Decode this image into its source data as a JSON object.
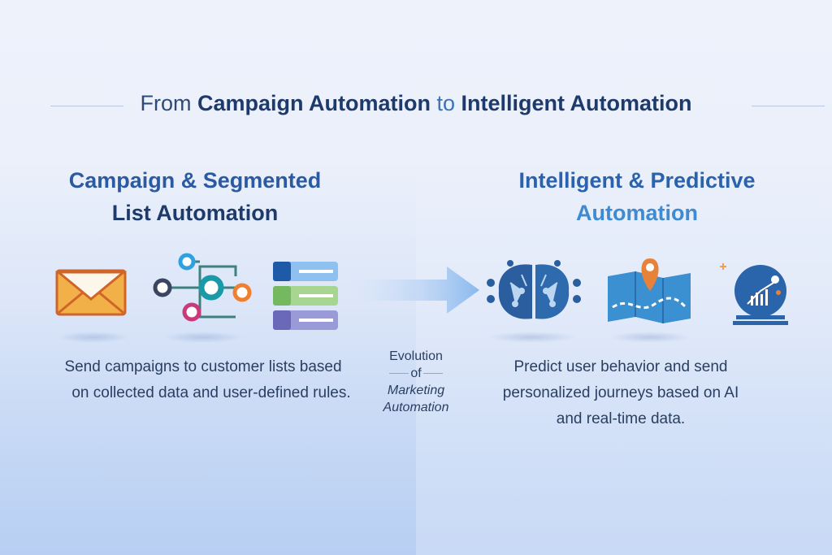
{
  "title": {
    "prefix": "From",
    "part1": "Campaign Automation",
    "mid": "to",
    "part2": "Intelligent Automation"
  },
  "left": {
    "heading_line1": "Campaign & Segmented",
    "heading_line2": "List Automation",
    "desc_line1": "Send campaigns to customer lists based",
    "desc_line2": "on collected data and user-defined rules."
  },
  "center": {
    "line1": "Evolution",
    "line2": "of",
    "line3": "Marketing",
    "line4": "Automation"
  },
  "right": {
    "heading_line1": "Intelligent & Predictive",
    "heading_line2": "Automation",
    "desc_line1": "Predict user behavior and send",
    "desc_line2": "personalized journeys based on AI",
    "desc_line3": "and real-time data."
  },
  "colors": {
    "navy": "#1e3a6a",
    "blue": "#2c62ad",
    "light_blue": "#3f8ad0",
    "orange": "#e8823a"
  }
}
